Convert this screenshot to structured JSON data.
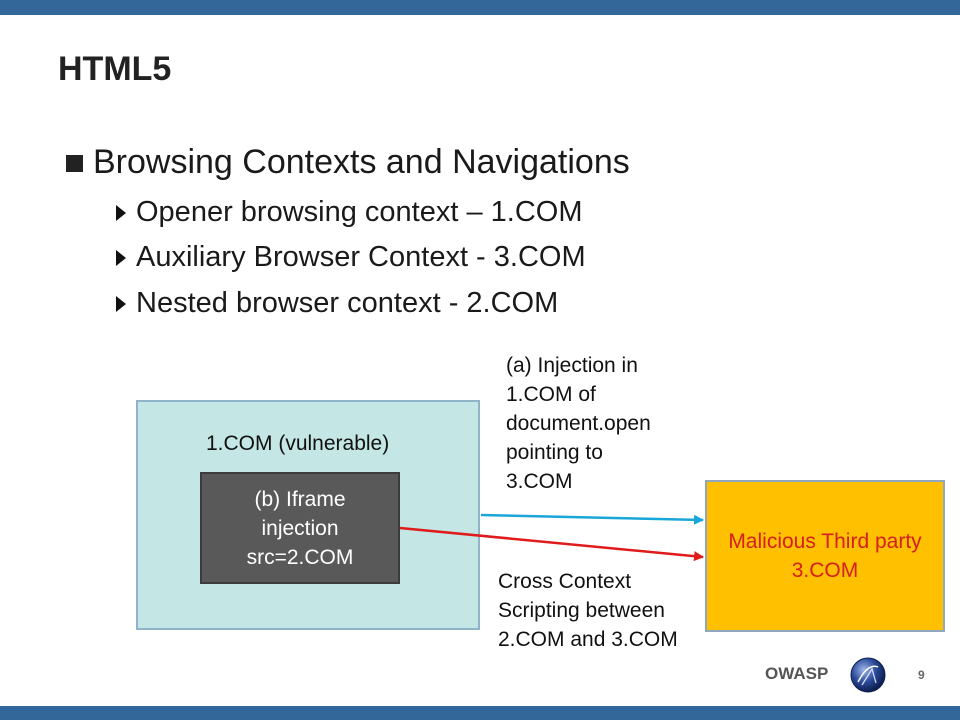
{
  "slide": {
    "title": "HTML5",
    "bullet": "Browsing Contexts and Navigations",
    "sub_bullets": [
      "Opener browsing context – 1.COM",
      "Auxiliary Browser Context - 3.COM",
      "Nested browser context - 2.COM"
    ]
  },
  "diagram": {
    "vulnerable_label": "1.COM (vulnerable)",
    "iframe_lines": [
      "(b) Iframe",
      "injection",
      "src=2.COM"
    ],
    "malicious_lines": [
      "Malicious Third party",
      "3.COM"
    ],
    "injection_note_lines": [
      "(a) Injection in",
      "1.COM of",
      "document.open",
      "pointing to",
      "3.COM"
    ],
    "cross_note_lines": [
      "Cross Context",
      "Scripting between",
      "2.COM and 3.COM"
    ],
    "colors": {
      "cyan_arrow": "#1aa6d8",
      "red_arrow": "#e01b1b",
      "teal_box": "#c4e6e4",
      "orange_box": "#ffc000"
    }
  },
  "footer": {
    "brand": "OWASP",
    "page_number": "9"
  }
}
